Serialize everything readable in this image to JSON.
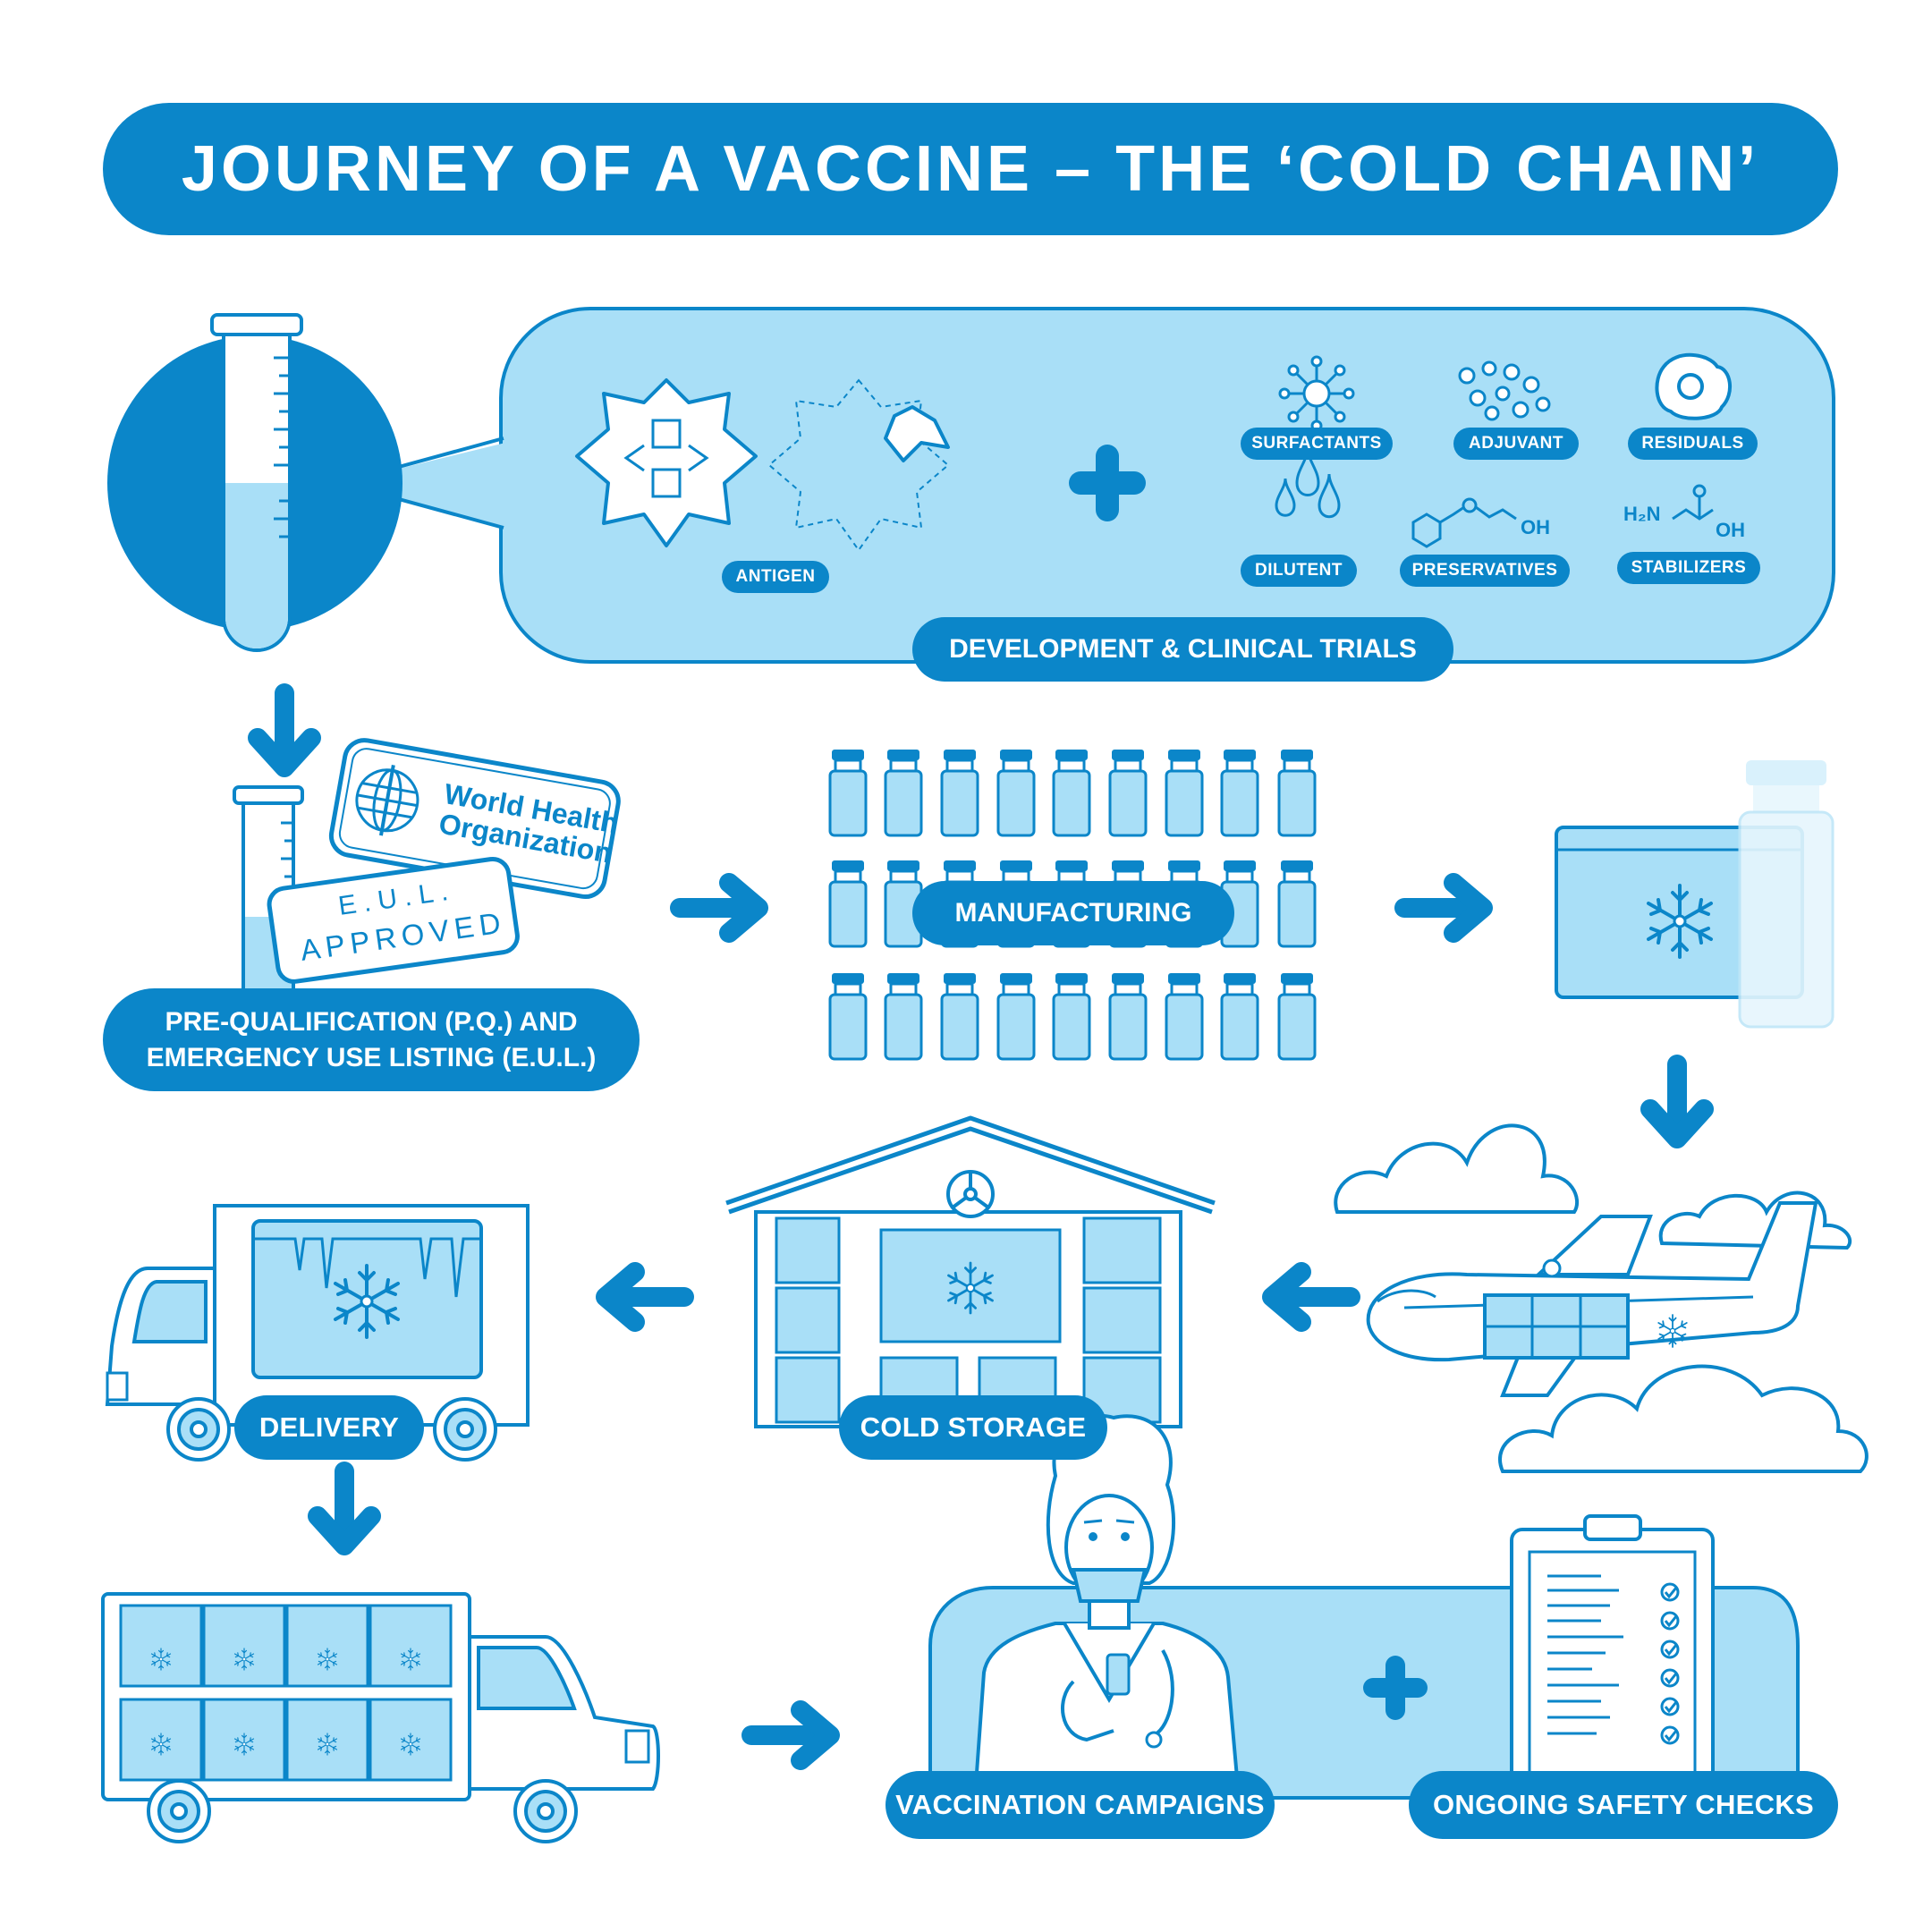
{
  "title": "JOURNEY OF A VACCINE – THE ‘COLD CHAIN’",
  "colors": {
    "primary": "#0b86c9",
    "light": "#a9dff7",
    "pale": "#d9f1fc",
    "white": "#ffffff"
  },
  "ingredients": {
    "antigen": "ANTIGEN",
    "surfactants": "SURFACTANTS",
    "adjuvant": "ADJUVANT",
    "residuals": "RESIDUALS",
    "diluent": "DILUTENT",
    "preservatives": "PRESERVATIVES",
    "stabilizers": "STABILIZERS"
  },
  "stages": {
    "development": "DEVELOPMENT & CLINICAL TRIALS",
    "prequalification_line1": "PRE-QUALIFICATION (P.Q.) AND",
    "prequalification_line2": "EMERGENCY USE LISTING (E.U.L.)",
    "manufacturing": "MANUFACTURING",
    "cold_storage": "COLD STORAGE",
    "delivery": "DELIVERY",
    "vaccination": "VACCINATION CAMPAIGNS",
    "safety": "ONGOING SAFETY CHECKS"
  },
  "stamps": {
    "who_line1": "World Health",
    "who_line2": "Organization",
    "eul": "E.U.L.",
    "approved": "APPROVED"
  },
  "chem": {
    "h2n": "H₂N",
    "oh": "OH"
  },
  "icons": [
    "test-tube-icon",
    "antigen-icon",
    "plus-icon",
    "surfactant-icon",
    "adjuvant-icon",
    "residual-egg-icon",
    "diluent-drops-icon",
    "preservative-molecule-icon",
    "stabilizer-molecule-icon",
    "who-logo-icon",
    "vial-icon",
    "cooler-box-icon",
    "snowflake-icon",
    "cloud-icon",
    "airplane-icon",
    "warehouse-icon",
    "truck-icon",
    "health-worker-icon",
    "clipboard-icon",
    "checkmark-icon",
    "arrow-icon"
  ]
}
